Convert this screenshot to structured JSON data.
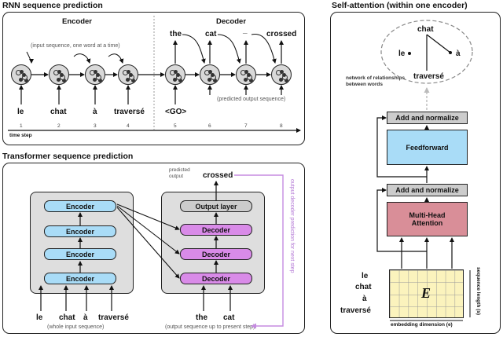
{
  "rnn": {
    "title": "RNN sequence prediction",
    "encoder_label": "Encoder",
    "decoder_label": "Decoder",
    "input_note": "(input sequence, one word at a time)",
    "output_note": "(predicted output sequence)",
    "inputs": [
      "le",
      "chat",
      "à",
      "traversé",
      "<GO>"
    ],
    "outputs": [
      "the",
      "cat",
      "_",
      "crossed"
    ],
    "time_steps": [
      "1",
      "2",
      "3",
      "4",
      "5",
      "6",
      "7",
      "8"
    ],
    "time_axis_label": "time step"
  },
  "transformer": {
    "title": "Transformer sequence prediction",
    "encoder_labels": [
      "Encoder",
      "Encoder",
      "Encoder",
      "Encoder"
    ],
    "decoder_labels": [
      "Decoder",
      "Decoder",
      "Decoder"
    ],
    "output_layer": "Output layer",
    "predicted_output_label": "predicted output",
    "predicted_word": "crossed",
    "inputs": [
      "le",
      "chat",
      "à",
      "traversé"
    ],
    "input_note": "(whole input sequence)",
    "decoder_inputs": [
      "the",
      "cat"
    ],
    "decoder_input_note": "(output sequence up to present step)",
    "feedback_label": "output decoder prediction for next step"
  },
  "self_attention": {
    "title": "Self-attention (within one encoder)",
    "graph_words": [
      "chat",
      "le",
      "à",
      "traversé"
    ],
    "network_note": "network of relationships between words",
    "add_norm_label": "Add and normalize",
    "feedforward_label": "Feedforward",
    "mha_label": "Multi-Head Attention",
    "matrix_symbol": "E",
    "row_words": [
      "le",
      "chat",
      "à",
      "traversé"
    ],
    "seq_length_label": "sequence length (s)",
    "embed_dim_label": "embedding dimension (e)"
  },
  "colors": {
    "encoder": "#a9dcf7",
    "decoder": "#d98be8",
    "feedforward": "#a9dcf7",
    "attention": "#d98e98",
    "add_norm": "#cccccc",
    "matrix": "#fbf3bd",
    "feedback_arrow": "#c58be0"
  }
}
